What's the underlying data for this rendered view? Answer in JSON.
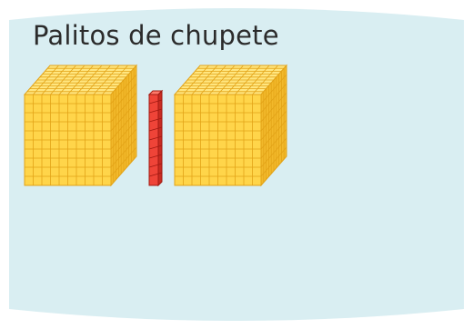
{
  "card": {
    "title": "Palitos de chupete",
    "background_color": "#d9eef2"
  },
  "blocks": [
    {
      "kind": "cube",
      "units": 1000,
      "face_color": "#ffd54a",
      "grid_color": "#e3a317"
    },
    {
      "kind": "rod",
      "units": 10,
      "face_color": "#ef4438",
      "grid_color": "#a11a12"
    },
    {
      "kind": "cube",
      "units": 1000,
      "face_color": "#ffd54a",
      "grid_color": "#e3a317"
    }
  ]
}
